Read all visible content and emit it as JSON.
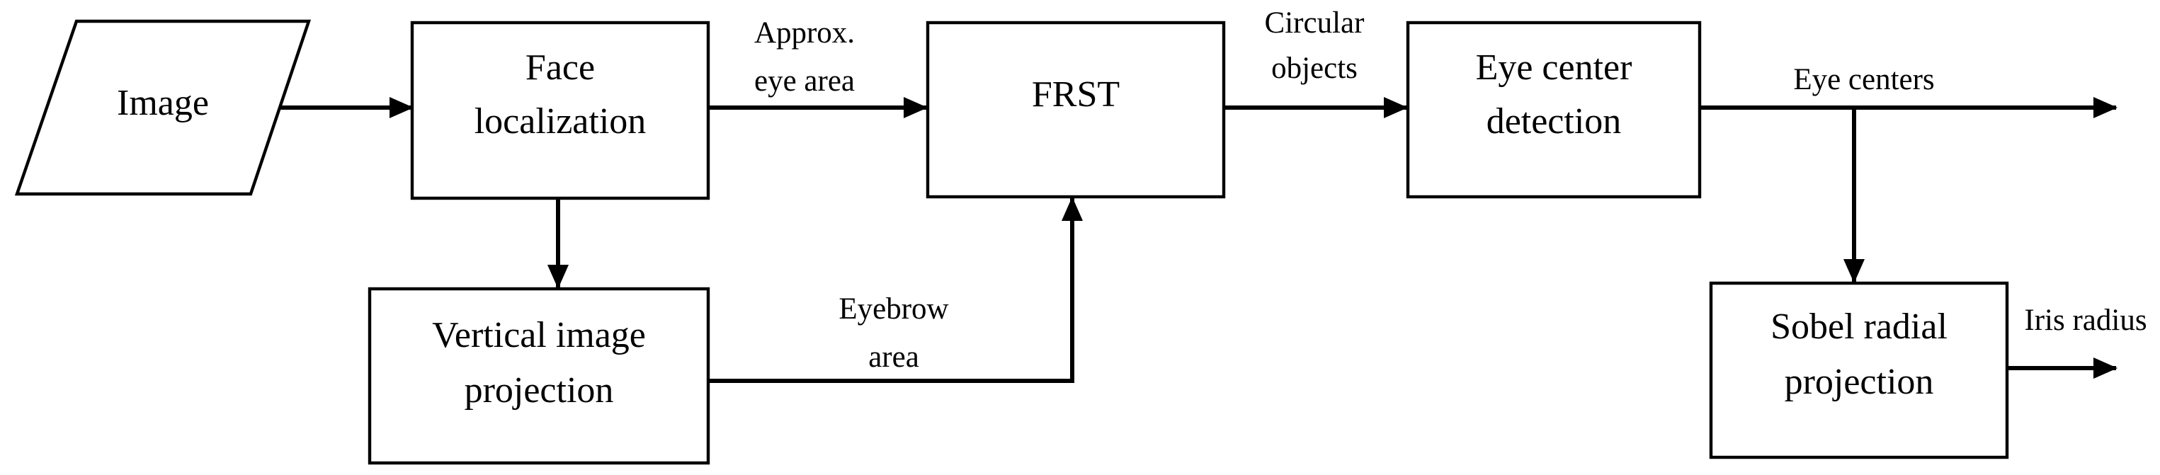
{
  "diagram": {
    "nodes": {
      "image": {
        "label": "Image"
      },
      "face_localization": {
        "line1": "Face",
        "line2": "localization"
      },
      "vertical_projection": {
        "line1": "Vertical image",
        "line2": "projection"
      },
      "frst": {
        "label": "FRST"
      },
      "eye_center_detection": {
        "line1": "Eye center",
        "line2": "detection"
      },
      "sobel_radial_projection": {
        "line1": "Sobel radial",
        "line2": "projection"
      }
    },
    "edges": {
      "approx_eye_area": {
        "line1": "Approx.",
        "line2": "eye area"
      },
      "eyebrow_area": {
        "line1": "Eyebrow",
        "line2": "area"
      },
      "circular_objects": {
        "line1": "Circular",
        "line2": "objects"
      },
      "eye_centers": {
        "label": "Eye centers"
      },
      "iris_radius": {
        "label": "Iris radius"
      }
    },
    "colors": {
      "stroke": "#000000",
      "fill": "#ffffff"
    }
  }
}
